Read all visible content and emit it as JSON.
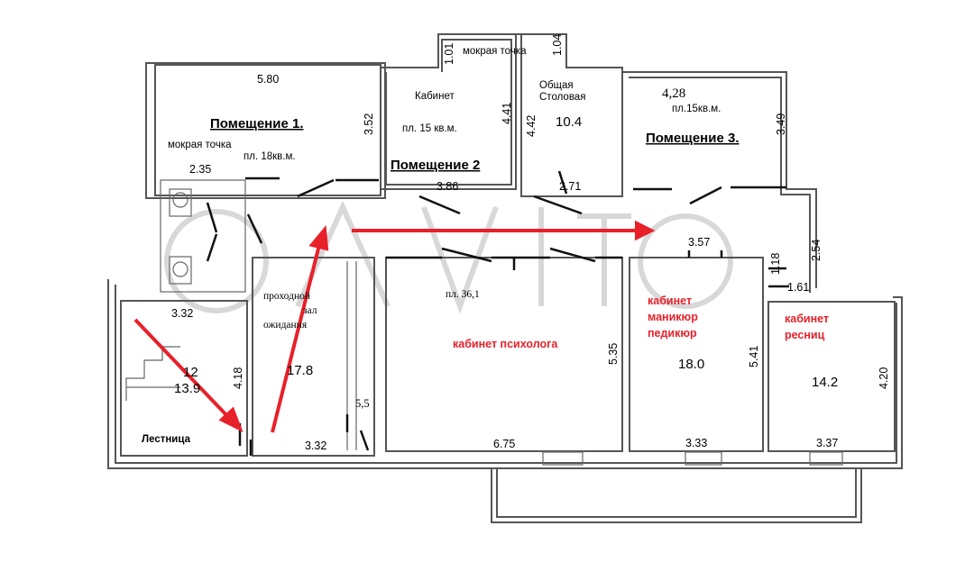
{
  "colors": {
    "wall": "#555555",
    "door": "#111111",
    "arrow": "#e8202a",
    "label_red": "#e8202a",
    "watermark": "#d8d8d8"
  },
  "rooms": {
    "room1": {
      "title": "Помещение 1.",
      "area": "пл. 18кв.м.",
      "wet_point": "мокрая точка"
    },
    "room2": {
      "cabinet": "Кабинет",
      "area": "пл. 15 кв.м.",
      "title": "Помещение 2",
      "wet_point": "мокрая точка"
    },
    "dining": {
      "line1": "Общая",
      "line2": "Столовая",
      "area": "10.4"
    },
    "room3": {
      "area_top": "4,28",
      "area": "пл.15кв.м.",
      "title": "Помещение 3."
    },
    "hall": {
      "line1": "проходной",
      "line2": "зал",
      "line3": "ожидания",
      "area": "17.8"
    },
    "stairs": {
      "title": "Лестница",
      "area_a": "12",
      "area_b": "13.9"
    },
    "psych": {
      "area": "пл. 36,1",
      "title": "кабинет психолога"
    },
    "manicure": {
      "line1": "кабинет",
      "line2": "маникюр",
      "line3": "педикюр",
      "area": "18.0"
    },
    "lashes": {
      "line1": "кабинет",
      "line2": "ресниц",
      "area": "14.2"
    }
  },
  "dimensions": {
    "d580": "5.80",
    "d352": "3.52",
    "d235": "2.35",
    "d101": "1.01",
    "d441": "4.41",
    "d442": "4.42",
    "d104": "1.04",
    "d386": "3.86",
    "d271": "2.71",
    "d349": "3.49",
    "d254": "2.54",
    "d357": "3.57",
    "d118": "1.18",
    "d161": "1.61",
    "d332a": "3.32",
    "d418": "4.18",
    "d332b": "3.32",
    "d55": "5,5",
    "d675": "6.75",
    "d535": "5.35",
    "d333": "3.33",
    "d541": "5.41",
    "d337": "3.37",
    "d420": "4.20"
  }
}
